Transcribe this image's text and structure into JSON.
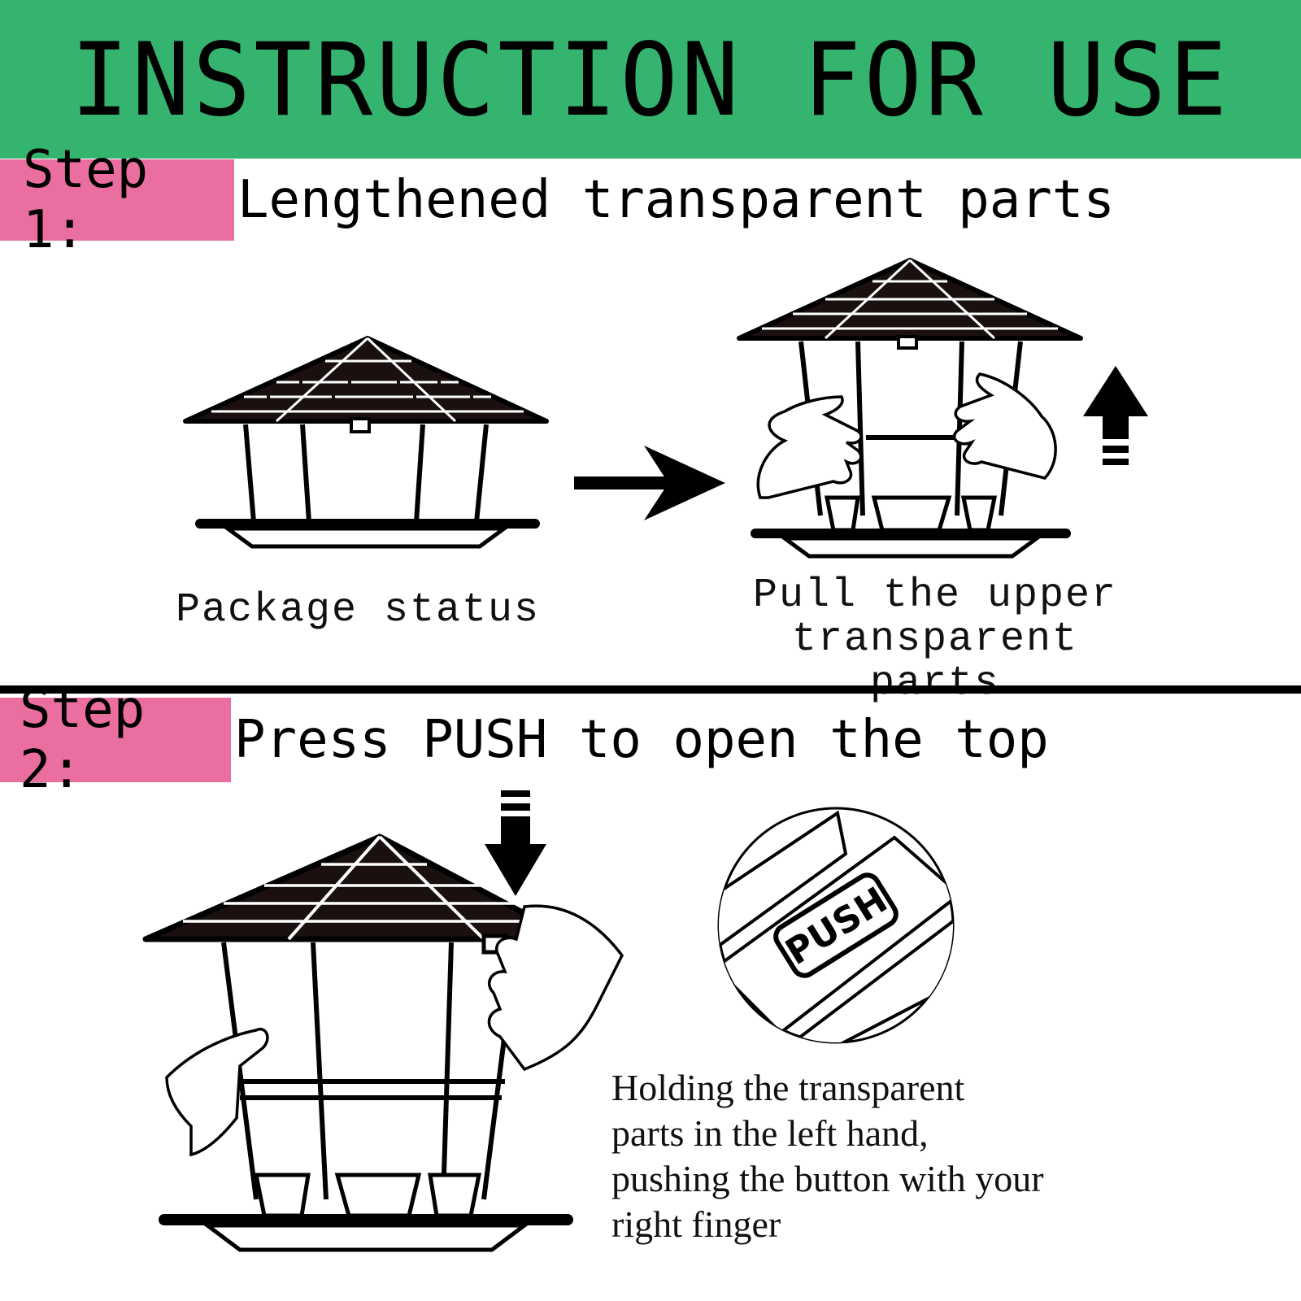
{
  "header": {
    "title": "INSTRUCTION FOR USE"
  },
  "step1": {
    "badge": "Step 1:",
    "text": "Lengthened transparent parts",
    "caption_left": "Package status",
    "caption_right_line1": "Pull the upper",
    "caption_right_line2": "transparent parts"
  },
  "step2": {
    "badge": "Step 2:",
    "text": "Press PUSH to open the top",
    "push_label": "PUSH",
    "caption": "Holding the transparent\nparts in the left hand,\npushing the button with your\nright finger"
  },
  "colors": {
    "header_bg": "#35b46f",
    "badge_bg": "#ea6ea0",
    "ink": "#000000"
  },
  "icons": [
    "bird-feeder-icon",
    "arrow-right-icon",
    "arrow-up-icon",
    "arrow-down-icon",
    "hand-icon",
    "push-button-icon"
  ]
}
